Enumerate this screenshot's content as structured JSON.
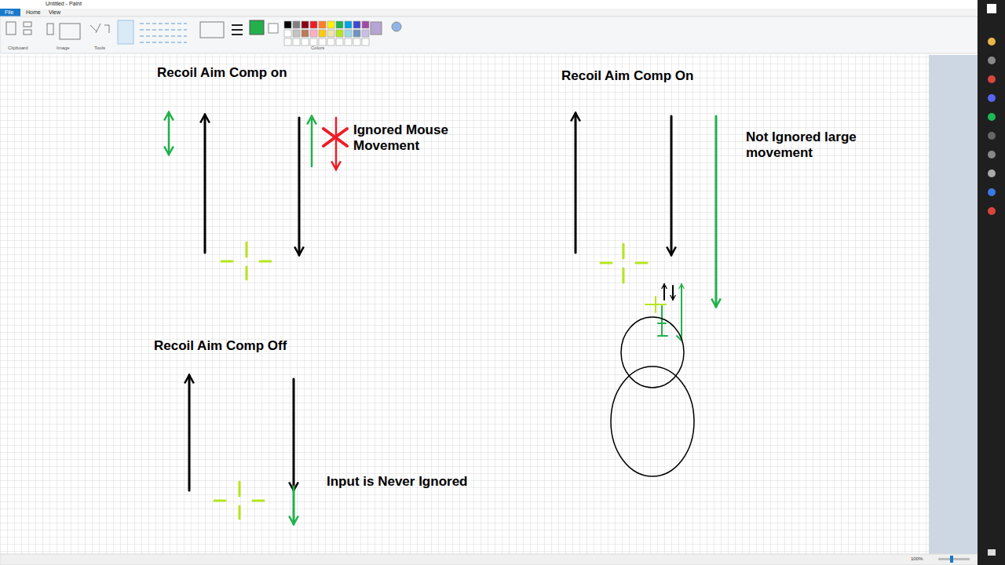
{
  "diagram": {
    "labels": [
      "Untitled - Paint",
      "File",
      "Home",
      "View",
      "Clipboard",
      "Image",
      "Tools",
      "Colors",
      "Recoil Aim Comp on",
      "Ignored Mouse Movement",
      "Recoil Aim Comp On",
      "Not Ignored large movement",
      "Recoil Aim Comp Off",
      "Input is Never Ignored",
      "100%"
    ]
  }
}
